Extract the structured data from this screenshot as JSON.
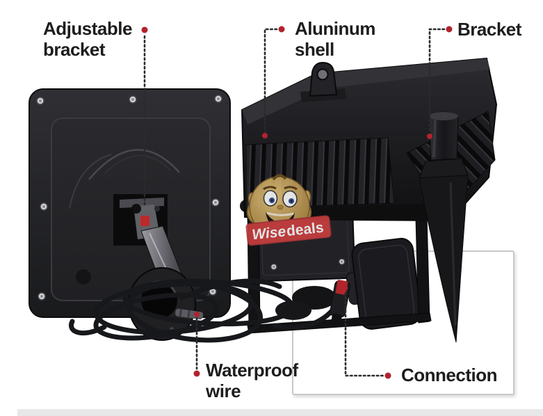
{
  "callouts": {
    "adjustable_bracket": {
      "label": "Adjustable bracket"
    },
    "aluninum_shell": {
      "label": "Aluninum shell"
    },
    "bracket": {
      "label": "Bracket"
    },
    "waterproof_wire": {
      "label": "Waterproof wire"
    },
    "connection": {
      "label": "Connection"
    }
  },
  "style": {
    "dot_color": "#b1232e",
    "line_color": "#2b2b2b",
    "text_color": "#1d1d1d",
    "highlight_box_border": "#c9c9c9",
    "bottom_strip_color": "#e8e8e8",
    "product_color": "#1a1a1c"
  },
  "watermark": {
    "brand_wise": "Wise",
    "brand_deals": "deals",
    "banner_color": "#cf4040"
  }
}
